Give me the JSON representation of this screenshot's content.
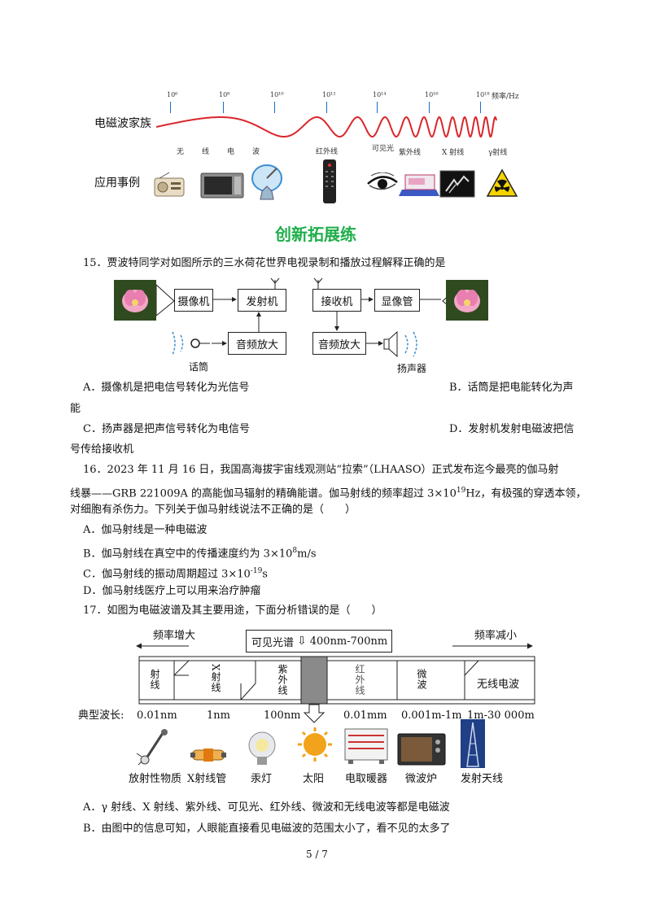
{
  "spectrum": {
    "label": "电磁波家族",
    "freq_unit": "频率/Hz",
    "ticks": [
      "10⁶",
      "10⁸",
      "10¹⁰",
      "10¹²",
      "10¹⁴",
      "10¹⁶",
      "10¹⁸"
    ],
    "bands": [
      "无",
      "线",
      "电",
      "波",
      "红外线",
      "可见光",
      "紫外线",
      "X 射线",
      "γ射线"
    ],
    "apps_label": "应用事例",
    "apps": [
      "radio-icon",
      "microwave-oven-icon",
      "satellite-dish-icon",
      "remote-control-icon",
      "eye-icon",
      "banknote-detector-icon",
      "xray-film-icon",
      "radiation-icon"
    ]
  },
  "section_title": "创新拓展练",
  "q15": {
    "stem": "15．贾波特同学对如图所示的三水荷花世界电视录制和播放过程解释正确的是",
    "blocks": {
      "camera": "摄像机",
      "transmitter": "发射机",
      "audio_amp_left": "音频放大",
      "receiver": "接收机",
      "display": "显像管",
      "audio_amp_right": "音频放大"
    },
    "mic_label": "话筒",
    "speaker_label": "扬声器",
    "options": {
      "A": "A．摄像机是把电信号转化为光信号",
      "B1": "B．话筒是把电能转化为声",
      "B2": "能",
      "C": "C．扬声器是把声信号转化为电信号",
      "D1": "D．发射机发射电磁波把信",
      "D2": "号传给接收机"
    }
  },
  "q16": {
    "line1": "16．2023 年 11 月 16 日，我国高海拔宇宙线观测站“拉索”（LHAASO）正式发布迄今最亮的伽马射",
    "line2a": "线暴——GRB  221009A 的高能伽马辐射的精确能谱。伽马射线的频率超过 3×10",
    "line2_sup": "19",
    "line2b": "Hz，有极强的穿透本领，",
    "line3": "对细胞有杀伤力。下列关于伽马射线说法不正确的是（　　）",
    "A": "A．伽马射线是一种电磁波",
    "B_pre": "B．伽马射线在真空中的传播速度约为 3×10",
    "B_sup": "8",
    "B_post": "m/s",
    "C_pre": "C．伽马射线的振动周期超过 3×10",
    "C_sup": "-19",
    "C_post": "s",
    "D": "D．伽马射线医疗上可以用来治疗肿瘤"
  },
  "q17": {
    "stem": "17．如图为电磁波谱及其主要用途，下面分析错误的是（　　）",
    "freq_up": "频率增大",
    "freq_down": "频率减小",
    "visible_label": "可见光谱",
    "visible_range": "400nm-700nm",
    "cells": [
      "射线",
      "X射线",
      "紫外线",
      "红外线",
      "微波",
      "无线电波"
    ],
    "typical_label": "典型波长:",
    "wavelengths": [
      "0.01nm",
      "1nm",
      "100nm",
      "0.01mm",
      "0.001m-1m",
      "1m-30 000m"
    ],
    "sources": [
      "放射性物质",
      "X射线管",
      "汞灯",
      "太阳",
      "电取暖器",
      "微波炉",
      "发射天线"
    ],
    "A": "A．γ 射线、X 射线、紫外线、可见光、红外线、微波和无线电波等都是电磁波",
    "B": "B．由图中的信息可知，人眼能直接看见电磁波的范围太小了，看不见的太多了"
  },
  "page_number": "5 / 7",
  "colors": {
    "wave": "#d9262b",
    "tick": "#1a6ec8",
    "title": "#1fae4a"
  }
}
